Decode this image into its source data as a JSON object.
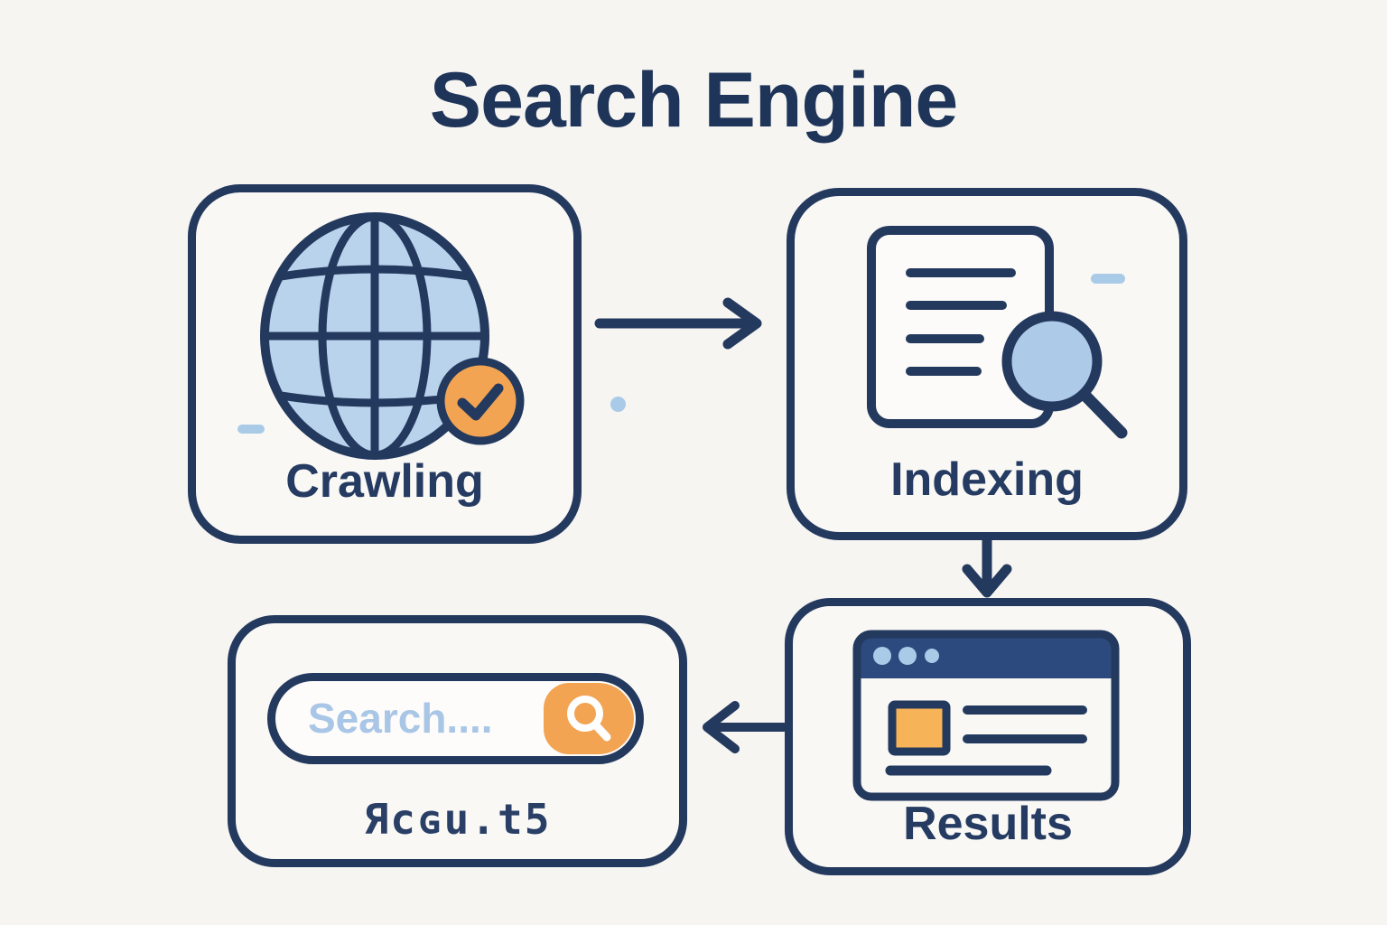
{
  "header": {
    "title": "Search Engine"
  },
  "boxes": {
    "crawling": {
      "label": "Crawling"
    },
    "indexing": {
      "label": "Indexing"
    },
    "results": {
      "label": "Results"
    }
  },
  "search_box": {
    "placeholder": "Search....",
    "caption": "Яcɢu.t5"
  },
  "flow": [
    {
      "from": "Crawling",
      "to": "Indexing",
      "direction": "right"
    },
    {
      "from": "Indexing",
      "to": "Results",
      "direction": "down"
    },
    {
      "from": "Results",
      "to": "Search box",
      "direction": "left"
    }
  ],
  "icons": [
    "globe-icon",
    "check-badge-icon",
    "document-icon",
    "magnifier-icon",
    "browser-window-icon",
    "search-icon",
    "arrow-right-icon",
    "arrow-down-icon",
    "arrow-left-icon"
  ],
  "colors": {
    "background": "#f6f5f2",
    "navy_border": "#24395e",
    "title_navy": "#1f3459",
    "globe_blue": "#b9d3ec",
    "pale_blue": "#aacbe8",
    "placeholder_blue": "#a9c6e6",
    "orange": "#f2a453",
    "orange_light": "#f6b357",
    "browser_header_blue": "#2c4a7e"
  }
}
